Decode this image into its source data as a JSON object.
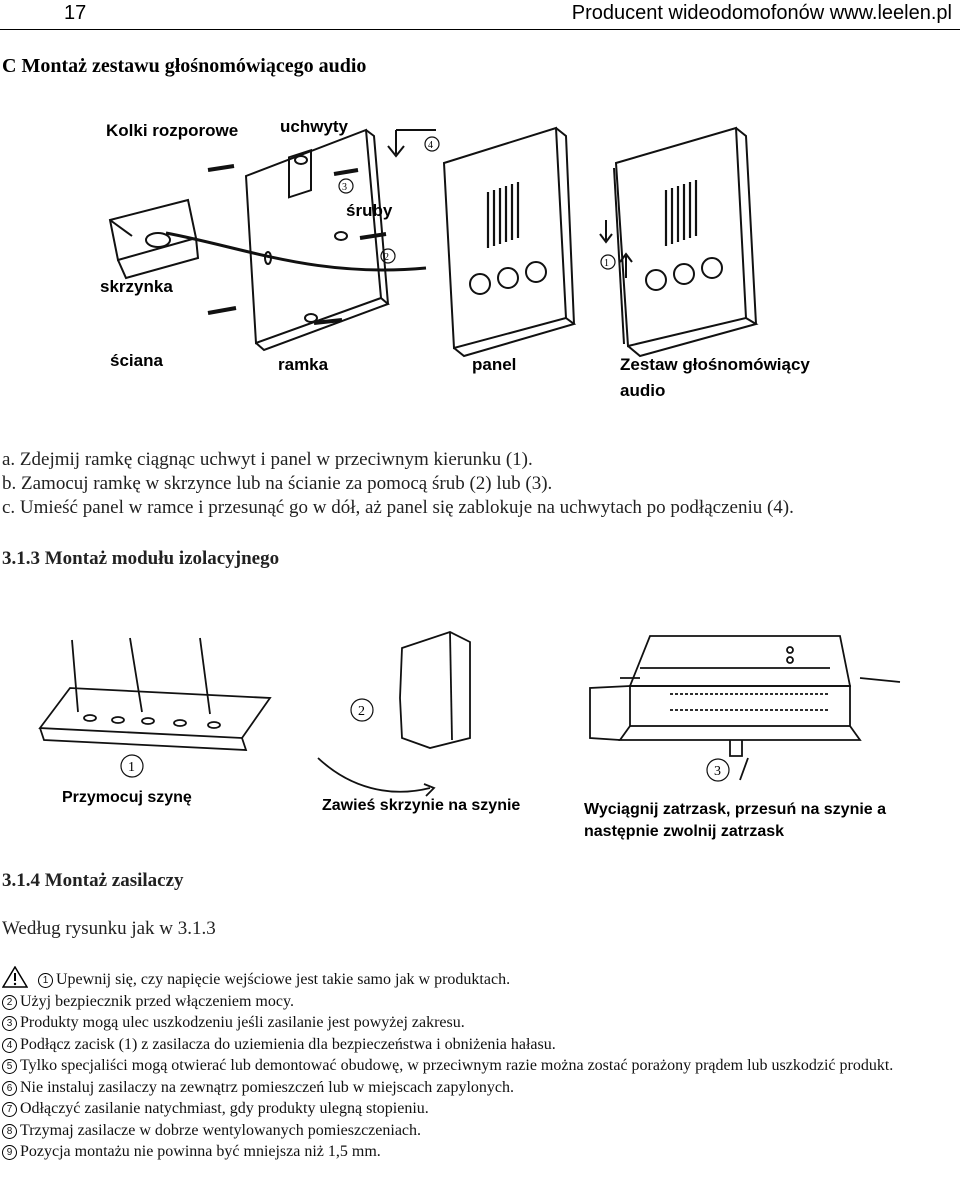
{
  "header": {
    "page_number": "17",
    "site": "Producent wideodomofonów www.leelen.pl"
  },
  "section_c": {
    "title": "C Montaż zestawu  głośnomówiącego audio",
    "figure_labels": {
      "kolki": "Kolki rozporowe",
      "uchwyty": "uchwyty",
      "sruby": "śruby",
      "skrzynka": "skrzynka",
      "sciana": "ściana",
      "ramka": "ramka",
      "panel": "panel",
      "zestaw_1": "Zestaw głośnomówiący",
      "zestaw_2": "audio",
      "n1": "1",
      "n2": "2",
      "n3": "3",
      "n4": "4"
    },
    "steps": [
      "a. Zdejmij ramkę ciągnąc uchwyt i panel w przeciwnym kierunku (1).",
      "b. Zamocuj ramkę w skrzynce  lub na ścianie za pomocą śrub (2) lub (3).",
      "c. Umieść panel w ramce i przesunąć go w dół, aż panel się zablokuje na uchwytach po podłączeniu (4)."
    ]
  },
  "section_313": {
    "title": "3.1.3 Montaż modułu izolacyjnego",
    "labels": {
      "step1_num": "1",
      "step1": "Przymocuj szynę",
      "step2_num": "2",
      "step2": "Zawieś skrzynie na szynie",
      "step3_num": "3",
      "step3_line1": "Wyciągnij zatrzask, przesuń na szynie a",
      "step3_line2": "następnie zwolnij zatrzask"
    }
  },
  "section_314": {
    "title": "3.1.4 Montaż zasilaczy",
    "paragraph": "Według rysunku jak w 3.1.3",
    "warnings": [
      {
        "num": "1",
        "text": "Upewnij się, czy napięcie wejściowe jest takie samo jak w produktach."
      },
      {
        "num": "2",
        "text": "Użyj bezpiecznik przed włączeniem mocy."
      },
      {
        "num": "3",
        "text": "Produkty mogą ulec uszkodzeniu jeśli zasilanie jest powyżej zakresu."
      },
      {
        "num": "4",
        "text": "Podłącz zacisk (1) z zasilacza do uziemienia dla bezpieczeństwa i obniżenia hałasu."
      },
      {
        "num": "5",
        "text": "Tylko specjaliści mogą otwierać lub demontować obudowę, w przeciwnym razie można zostać porażony prądem lub uszkodzić produkt."
      },
      {
        "num": "6",
        "text": "Nie instaluj zasilaczy na zewnątrz pomieszczeń lub w miejscach zapylonych."
      },
      {
        "num": "7",
        "text": "Odłączyć zasilanie natychmiast, gdy produkty ulegną stopieniu."
      },
      {
        "num": "8",
        "text": "Trzymaj zasilacze w dobrze wentylowanych pomieszczeniach."
      },
      {
        "num": "9",
        "text": "Pozycja montażu nie powinna być mniejsza niż 1,5 mm."
      }
    ]
  }
}
